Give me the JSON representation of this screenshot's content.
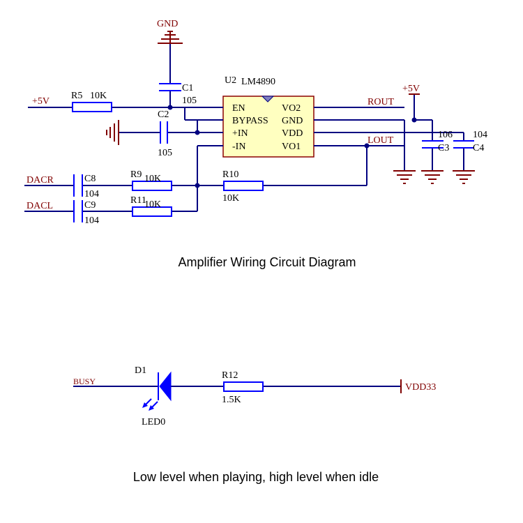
{
  "amplifier": {
    "caption": "Amplifier Wiring Circuit Diagram",
    "ic": {
      "designator": "U2",
      "part": "LM4890",
      "pins_left": [
        "EN",
        "BYPASS",
        "+IN",
        "-IN"
      ],
      "pins_right": [
        "VO2",
        "GND",
        "VDD",
        "VO1"
      ]
    },
    "nets": {
      "gnd": "GND",
      "plus5v_left": "+5V",
      "plus5v_right": "+5V",
      "rout": "ROUT",
      "lout": "LOUT",
      "dacr": "DACR",
      "dacl": "DACL"
    },
    "parts": {
      "r5": {
        "ref": "R5",
        "value": "10K"
      },
      "c1": {
        "ref": "C1",
        "value": "105"
      },
      "c2": {
        "ref": "C2",
        "value": "105"
      },
      "c3": {
        "ref": "C3",
        "value": "106"
      },
      "c4": {
        "ref": "C4",
        "value": "104"
      },
      "c8": {
        "ref": "C8",
        "value": "104"
      },
      "c9": {
        "ref": "C9",
        "value": "104"
      },
      "r9": {
        "ref": "R9",
        "value": "10K"
      },
      "r11": {
        "ref": "R11",
        "value": "10K"
      },
      "r10": {
        "ref": "R10",
        "value": "10K"
      }
    }
  },
  "indicator": {
    "caption": "Low level when playing, high level when idle",
    "busy_net": "BUSY",
    "vdd_net": "VDD33",
    "d1": {
      "ref": "D1",
      "value": "LED0"
    },
    "r12": {
      "ref": "R12",
      "value": "1.5K"
    }
  }
}
